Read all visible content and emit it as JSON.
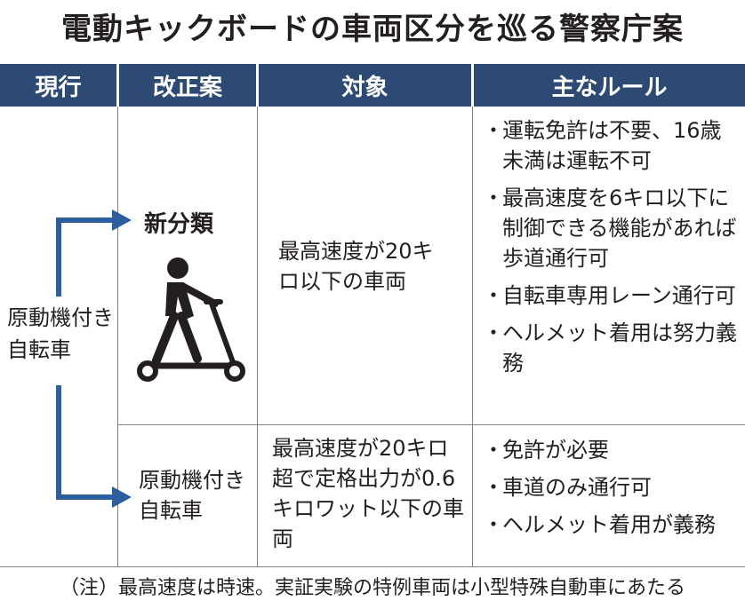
{
  "title": "電動キックボードの車両区分を巡る警察庁案",
  "headers": [
    "現行",
    "改正案",
    "対象",
    "主なルール"
  ],
  "current_category": "原動機付き自転車",
  "row1": {
    "proposal": "新分類",
    "icon": "kick-scooter-rider-icon",
    "target": "最高速度が20キロ以下の車両",
    "bullet": "・",
    "rules": [
      "運転免許は不要、16歳未満は運転不可",
      "最高速度を6キロ以下に制御できる機能があれば歩道通行可",
      "自転車専用レーン通行可",
      "ヘルメット着用は努力義務"
    ]
  },
  "row2": {
    "proposal": "原動機付き自転車",
    "target": "最高速度が20キロ超で定格出力が0.6キロワット以下の車両",
    "bullet": "・",
    "rules": [
      "免許が必要",
      "車道のみ通行可",
      "ヘルメット着用が義務"
    ]
  },
  "note": "（注）最高速度は時速。実証実験の特例車両は小型特殊自動車にあたる",
  "colors": {
    "header_bg": "#2c4a73",
    "arrow": "#2c5f9e",
    "grid": "#808080"
  }
}
